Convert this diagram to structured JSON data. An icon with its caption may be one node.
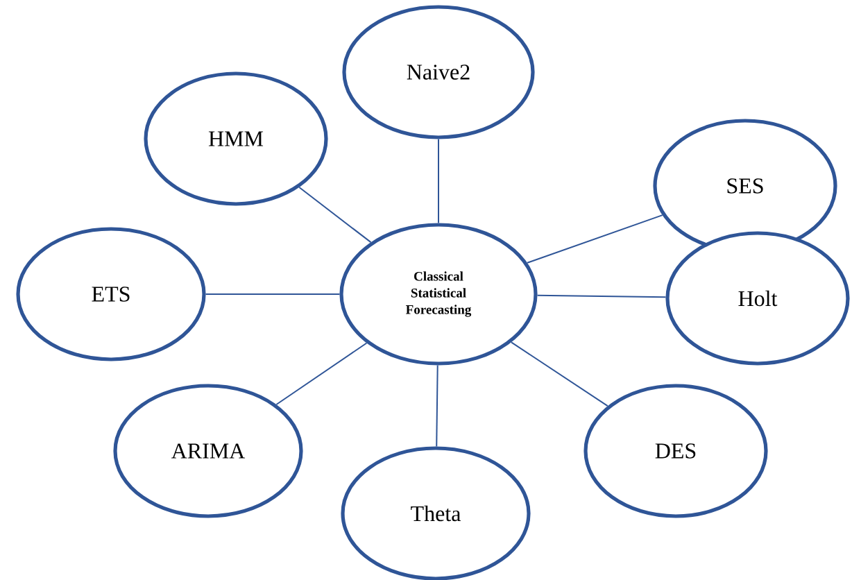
{
  "diagram": {
    "nodes": [
      {
        "text": [
          "Naive2"
        ]
      },
      {
        "text": [
          "HMM"
        ]
      },
      {
        "text": [
          "SES"
        ]
      },
      {
        "text": [
          "Classical Statistical Forecasting"
        ]
      },
      {
        "text": [
          "ETS"
        ]
      },
      {
        "text": [
          "Holt"
        ]
      },
      {
        "text": [
          "ARIMA"
        ]
      },
      {
        "text": [
          "DES"
        ]
      },
      {
        "text": [
          "Theta"
        ]
      }
    ],
    "edges": [
      {
        "from": 3,
        "to": 0,
        "arrow": "none"
      },
      {
        "from": 3,
        "to": 1,
        "arrow": "none"
      },
      {
        "from": 3,
        "to": 2,
        "arrow": "none"
      },
      {
        "from": 3,
        "to": 4,
        "arrow": "none"
      },
      {
        "from": 3,
        "to": 5,
        "arrow": "none"
      },
      {
        "from": 3,
        "to": 6,
        "arrow": "none"
      },
      {
        "from": 3,
        "to": 7,
        "arrow": "none"
      },
      {
        "from": 3,
        "to": 8,
        "arrow": "none"
      }
    ]
  }
}
